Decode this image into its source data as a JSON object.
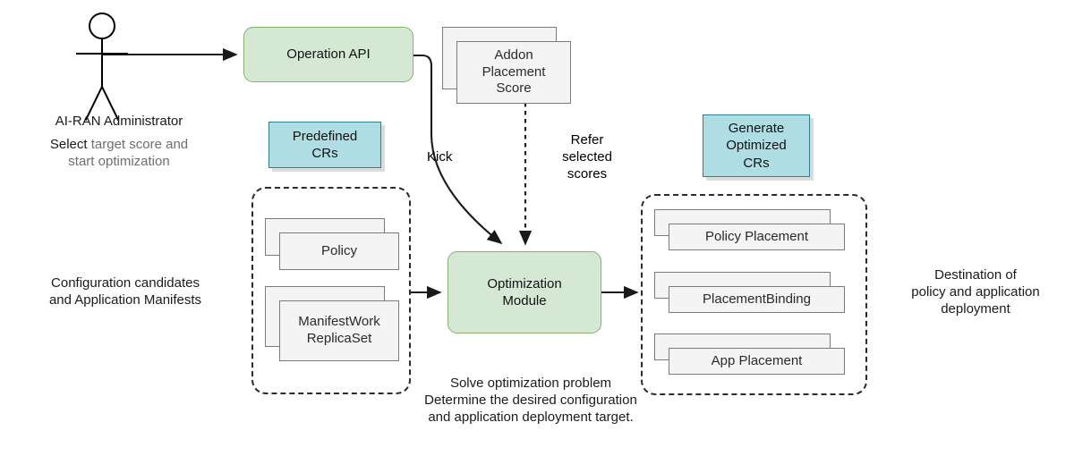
{
  "diagram": {
    "title": "AI-RAN optimization module architecture",
    "colors": {
      "process_fill": "#d5e8d4",
      "process_stroke": "#82b366",
      "annotation_fill": "#aedee4",
      "annotation_stroke": "#2e7f8c",
      "document_fill": "#f4f4f4",
      "document_stroke": "#7b7b7b",
      "group_stroke": "#2b2b2b",
      "edge_stroke": "#1a1a1a",
      "muted_text": "#6e6e6e"
    }
  },
  "actor": {
    "name": "AI-RAN Administrator",
    "action_strong": "Select",
    "action_rest": " target score and\nstart optimization"
  },
  "processes": {
    "operation_api": "Operation API",
    "optimization_module": "Optimization\nModule"
  },
  "annotations": {
    "predefined_crs": "Predefined\nCRs",
    "generate_optimized_crs": "Generate\nOptimized\nCRs"
  },
  "score": {
    "addon_placement_score": "Addon\nPlacement\nScore"
  },
  "groups": {
    "input_crs": [
      {
        "label": "Policy"
      },
      {
        "label": "ManifestWork\nReplicaSet"
      }
    ],
    "output_crs": [
      {
        "label": "Policy Placement"
      },
      {
        "label": "PlacementBinding"
      },
      {
        "label": "App Placement"
      }
    ]
  },
  "edges": [
    {
      "id": "admin-to-api",
      "label": "",
      "style": "solid-arrow"
    },
    {
      "id": "api-to-optimizer",
      "label": "Kick",
      "style": "solid-curved-arrow"
    },
    {
      "id": "score-to-optimizer",
      "label": "Refer\nselected\nscores",
      "style": "dashed-arrow"
    },
    {
      "id": "input-to-optimizer",
      "label": "",
      "style": "solid-arrow"
    },
    {
      "id": "optimizer-to-output",
      "label": "",
      "style": "solid-arrow"
    }
  ],
  "captions": {
    "left": "Configuration candidates\nand Application Manifests",
    "center_bottom": "Solve optimization problem\nDetermine the desired configuration\nand application deployment target.",
    "right": "Destination of\npolicy and application\ndeployment"
  }
}
